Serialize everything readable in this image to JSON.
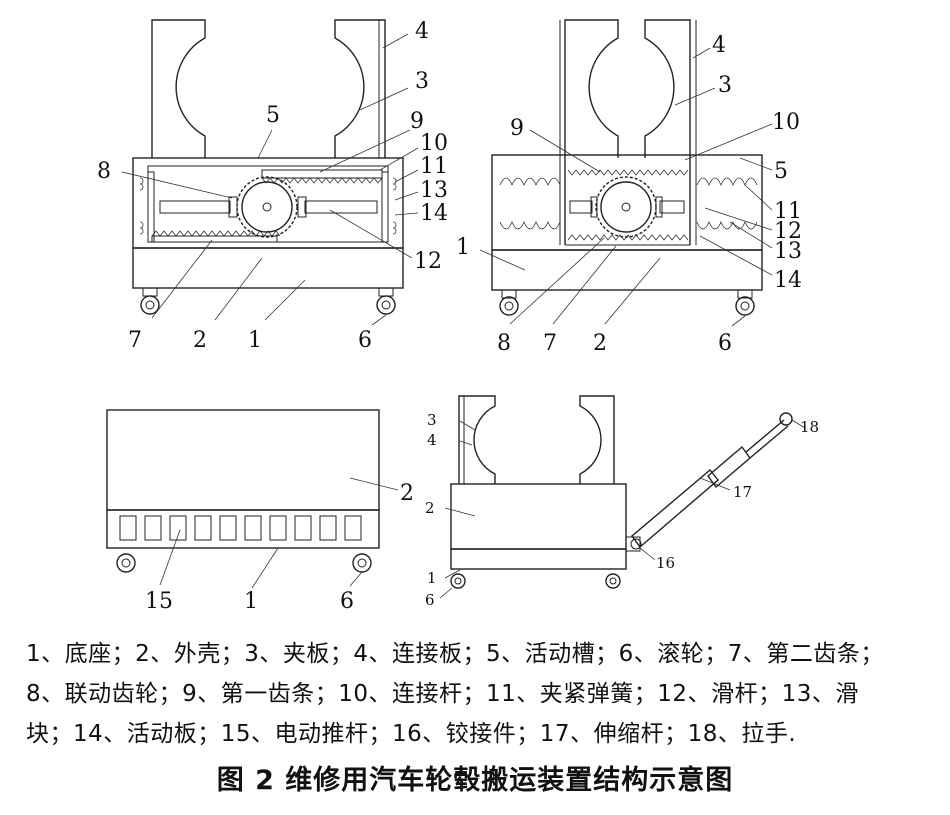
{
  "labels": {
    "n1": "1",
    "n2": "2",
    "n3": "3",
    "n4": "4",
    "n5": "5",
    "n6": "6",
    "n7": "7",
    "n8": "8",
    "n9": "9",
    "n10": "10",
    "n11": "11",
    "n12": "12",
    "n13": "13",
    "n14": "14",
    "n15": "15",
    "n16": "16",
    "n17": "17",
    "n18": "18"
  },
  "legend": {
    "line1": "1、底座；2、外壳；3、夹板；4、连接板；5、活动槽；6、滚轮；7、第二齿条；",
    "line2": "8、联动齿轮；9、第一齿条；10、连接杆；11、夹紧弹簧；12、滑杆；13、滑",
    "line3": "块；14、活动板；15、电动推杆；16、铰接件；17、伸缩杆；18、拉手."
  },
  "caption": "图 2  维修用汽车轮毂搬运装置结构示意图"
}
